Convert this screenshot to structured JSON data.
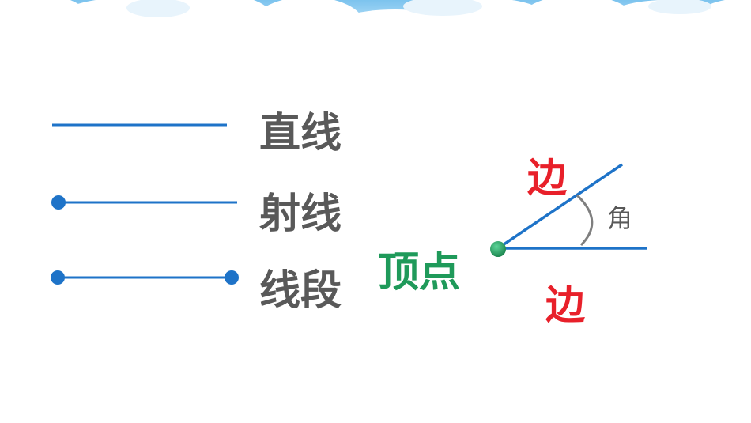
{
  "terms": {
    "line": "直线",
    "ray": "射线",
    "segment": "线段"
  },
  "angle": {
    "vertex_label": "顶点",
    "side_label_top": "边",
    "side_label_bottom": "边",
    "angle_label": "角"
  },
  "colors": {
    "line_blue": "#1e73c8",
    "term_gray": "#595959",
    "side_red": "#e8202a",
    "vertex_green": "#1f9a5a",
    "sky_blue": "#9dd2f3"
  }
}
